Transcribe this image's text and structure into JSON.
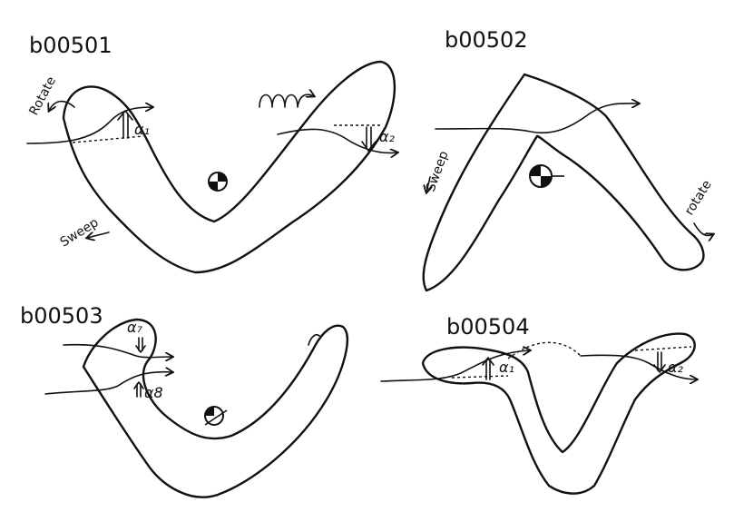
{
  "panels": [
    {
      "title": "b00501",
      "labels": {
        "rotate": "Rotate",
        "sweep": "Sweep",
        "alpha1": "α₁",
        "alpha2": "α₂"
      }
    },
    {
      "title": "b00502",
      "labels": {
        "sweep": "Sweep",
        "rotate": "rotate"
      }
    },
    {
      "title": "b00503",
      "labels": {
        "alpha7": "α₇",
        "alpha8": "α8"
      }
    },
    {
      "title": "b00504",
      "labels": {
        "alpha1": "α₁",
        "alpha2": "α₂"
      }
    }
  ],
  "ink_color": "#111111"
}
